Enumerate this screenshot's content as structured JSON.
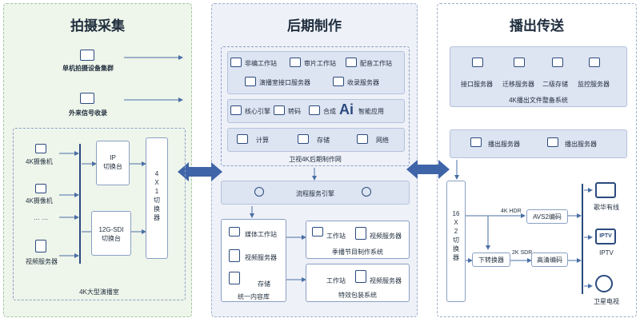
{
  "capture": {
    "title": "拍摄采集",
    "cluster": "单机拍摄设备集群",
    "external": "外来信号收录",
    "cam1": "4K摄像机",
    "cam2": "4K摄像机",
    "dots": "…  …",
    "video_server": "视频服务器",
    "ip_switch": "IP\n切换台",
    "sdi_switch": "12G-SDI\n切换台",
    "switcher_4x1": "4\nX\n1\n切\n换\n器",
    "studio": "4K大型演播室"
  },
  "post": {
    "title": "后期制作",
    "nle": "非编工作站",
    "review": "审片工作站",
    "dubbing": "配音工作站",
    "studio_if": "演播室接口服务器",
    "ingest": "收录服务器",
    "core": "核心引擎",
    "transcode": "转码",
    "compose": "合成",
    "ai": "智能应用",
    "ai_glyph": "Ai",
    "compute": "计算",
    "storage": "存储",
    "network": "网络",
    "network_name": "卫视4K后期制作网",
    "flow_engine": "流程服务引擎",
    "media_ws": "媒体工作站",
    "video_server": "视频服务器",
    "storage2": "存储",
    "unified": "统一内容库",
    "workstation1": "工作站",
    "video_server1": "视频服务器",
    "season": "季播节目制作系统",
    "workstation2": "工作站",
    "video_server2": "视频服务器",
    "effects": "特效包装系统"
  },
  "broadcast": {
    "title": "播出传送",
    "interface_server": "接口服务器",
    "migration_server": "迁移服务器",
    "level2_storage": "二级存储",
    "monitor_server": "监控服务器",
    "file_system": "4K播出文件整备系统",
    "playout1": "播出服务器",
    "playout2": "播出服务器",
    "switcher_16x2": "16\nX\n2\n切\n换\n器",
    "hdr": "4K HDR",
    "avs2": "AVS2编码",
    "sdr": "2K SDR",
    "down": "下转换器",
    "hd": "高清编码",
    "gehua": "歌华有线",
    "iptv_badge": "IPTV",
    "iptv": "IPTV",
    "satellite": "卫星电视"
  },
  "colors": {
    "accent": "#2b4a7e",
    "arrow": "#4a6fa5"
  }
}
